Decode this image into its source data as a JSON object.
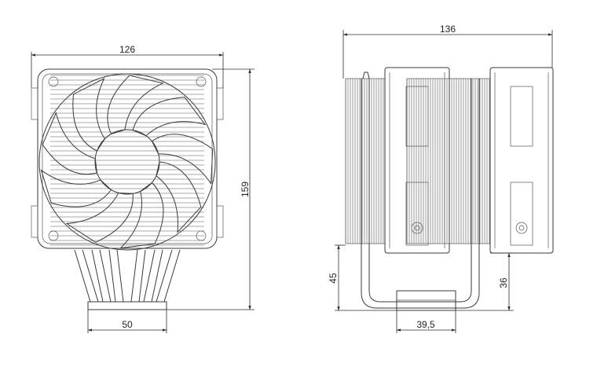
{
  "dimensions": {
    "front_width": "126",
    "front_height": "159",
    "base_width": "50",
    "side_width": "136",
    "side_clearance": "45",
    "side_offset": "36",
    "side_base": "39,5"
  },
  "colors": {
    "line": "#3a3a3a",
    "background": "#ffffff"
  }
}
